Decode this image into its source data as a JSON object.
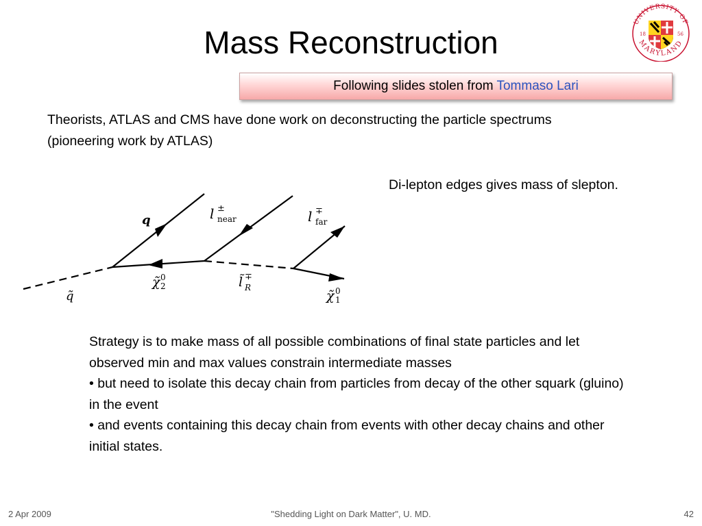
{
  "slide": {
    "title": "Mass Reconstruction",
    "banner": {
      "text": "Following slides stolen from ",
      "name": "Tommaso Lari"
    },
    "intro": "Theorists, ATLAS and CMS have done work on deconstructing the particle spectrums (pioneering work by ATLAS)",
    "dilepton_note": "Di-lepton edges gives mass of slepton.",
    "strategy": [
      "Strategy is to make mass of all possible combinations of final state particles and let observed min and max values constrain intermediate masses",
      "• but need to isolate this decay chain from particles from decay of the other squark (gluino) in the event",
      "• and events containing this decay chain from events with other decay chains and other initial states."
    ]
  },
  "logo": {
    "text_top": "UNIVERSITY OF",
    "text_bottom": "MARYLAND",
    "year_left": "18",
    "year_right": "56"
  },
  "diagram": {
    "labels": {
      "q": "q",
      "l_near": "l",
      "l_near_sup": "±",
      "l_near_sub": "near",
      "l_far": "l",
      "l_far_sup": "∓",
      "l_far_sub": "far",
      "squark": "q̃",
      "chi2": "χ̃",
      "chi2_sup": "0",
      "chi2_sub": "2",
      "slepton": "l̃",
      "slepton_sup": "∓",
      "slepton_sub": "R",
      "chi1": "χ̃",
      "chi1_sup": "0",
      "chi1_sub": "1"
    }
  },
  "footer": {
    "date": "2 Apr 2009",
    "center": "\"Shedding Light on Dark Matter\", U. MD.",
    "page": "42"
  },
  "colors": {
    "banner_name": "#2a52be",
    "banner_gradient_bottom": "#f7a9a9",
    "logo_red": "#e03a3e",
    "logo_gold": "#ffd520"
  }
}
